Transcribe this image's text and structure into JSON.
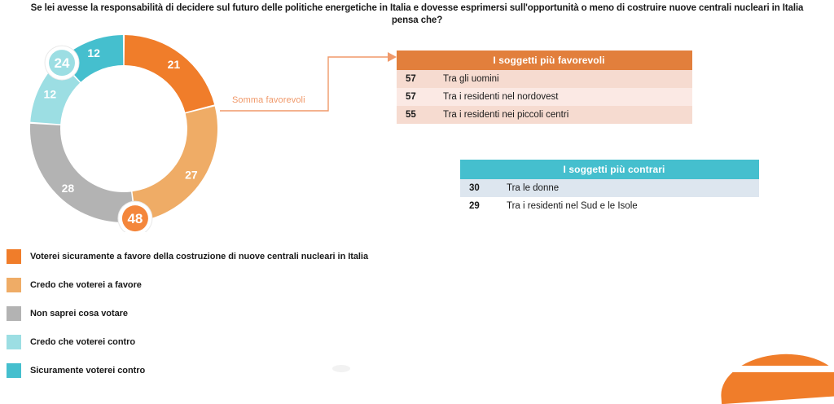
{
  "title": "Se lei avesse la responsabilità di decidere sul futuro delle politiche energetiche in Italia e dovesse esprimersi sull'opportunità o meno di costruire nuove centrali nucleari in Italia pensa che?",
  "chart_data": {
    "type": "pie",
    "variant": "donut",
    "title": "Se lei avesse la responsabilità di decidere sul futuro delle politiche energetiche in Italia e dovesse esprimersi sull'opportunità o meno di costruire nuove centrali nucleari in Italia pensa che?",
    "unit": "%",
    "start_angle_deg": 0,
    "direction": "clockwise",
    "categories": [
      "Voterei sicuramente a favore della costruzione di nuove centrali nucleari in Italia",
      "Credo che voterei a favore",
      "Non saprei cosa votare",
      "Credo che voterei contro",
      "Sicuramente voterei contro"
    ],
    "values": [
      21,
      27,
      28,
      12,
      12
    ],
    "colors": [
      "#f07d2a",
      "#efac66",
      "#b3b3b3",
      "#9cdee3",
      "#45bfce"
    ],
    "data_labels": [
      "21",
      "27",
      "28",
      "12",
      "12"
    ],
    "legend_position": "bottom-left",
    "grid": false,
    "annotations": [
      {
        "name": "somma-favorevoli",
        "value": 48,
        "label": "Somma favorevoli",
        "color": "#f07d2a",
        "components": [
          21,
          27
        ]
      },
      {
        "name": "somma-contrari",
        "value": 24,
        "label": "",
        "color": "#9cdee3",
        "components": [
          12,
          12
        ]
      }
    ]
  },
  "donut": {
    "segments": [
      {
        "value": "21",
        "color": "#f07d2a",
        "label_angle": 37.8
      },
      {
        "value": "27",
        "color": "#efac66",
        "label_angle": 124.2
      },
      {
        "value": "28",
        "color": "#b3b3b3",
        "label_angle": 223.2
      },
      {
        "value": "12",
        "color": "#9cdee3",
        "label_angle": 295.2
      },
      {
        "value": "12",
        "color": "#45bfce",
        "label_angle": 338.4
      }
    ],
    "badges": [
      {
        "name": "badge-somma-favorevoli",
        "value": "48",
        "fill": "#f4863b",
        "text_color": "#ffffff"
      },
      {
        "name": "badge-somma-contrari",
        "value": "24",
        "fill": "#9cdee3",
        "text_color": "#ffffff"
      }
    ],
    "callout_label": "Somma favorevoli"
  },
  "tables": {
    "favorevoli": {
      "header": "I soggetti più favorevoli",
      "header_color": "#e27f3c",
      "rows": [
        {
          "value": "57",
          "label": "Tra gli uomini"
        },
        {
          "value": "57",
          "label": "Tra i residenti nel nordovest"
        },
        {
          "value": "55",
          "label": "Tra i residenti nei piccoli centri"
        }
      ]
    },
    "contrari": {
      "header": "I soggetti più contrari",
      "header_color": "#45bfce",
      "rows": [
        {
          "value": "30",
          "label": "Tra le donne"
        },
        {
          "value": "29",
          "label": "Tra i residenti nel Sud e le Isole"
        }
      ]
    }
  },
  "legend": {
    "items": [
      {
        "color": "#f07d2a",
        "label": "Voterei sicuramente a favore della costruzione di nuove centrali nucleari in Italia"
      },
      {
        "color": "#efac66",
        "label": "Credo che voterei a favore"
      },
      {
        "color": "#b3b3b3",
        "label": "Non saprei cosa votare"
      },
      {
        "color": "#9cdee3",
        "label": "Credo che voterei contro"
      },
      {
        "color": "#45bfce",
        "label": "Sicuramente voterei contro"
      }
    ]
  }
}
